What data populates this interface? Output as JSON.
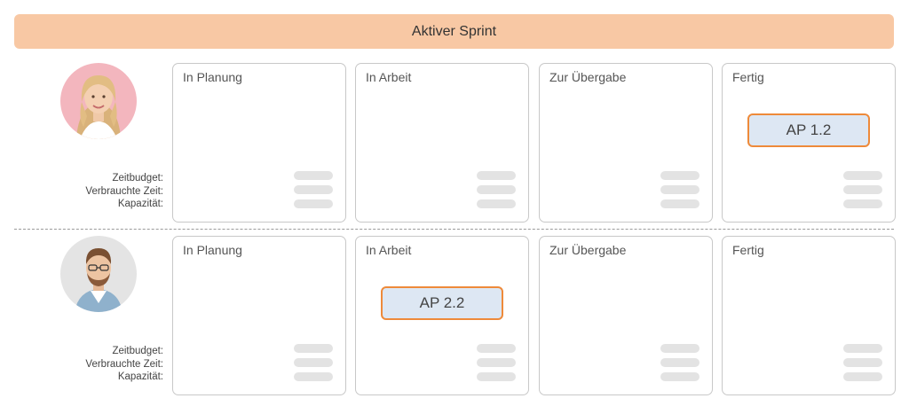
{
  "banner": {
    "title": "Aktiver Sprint"
  },
  "lanes": [
    {
      "stats": {
        "budget": "Zeitbudget:",
        "used": "Verbrauchte Zeit:",
        "capacity": "Kapazität:"
      },
      "columns": [
        {
          "title": "In Planung",
          "card": ""
        },
        {
          "title": "In Arbeit",
          "card": ""
        },
        {
          "title": "Zur Übergabe",
          "card": ""
        },
        {
          "title": "Fertig",
          "card": "AP 1.2"
        }
      ]
    },
    {
      "stats": {
        "budget": "Zeitbudget:",
        "used": "Verbrauchte Zeit:",
        "capacity": "Kapazität:"
      },
      "columns": [
        {
          "title": "In Planung",
          "card": ""
        },
        {
          "title": "In Arbeit",
          "card": "AP 2.2"
        },
        {
          "title": "Zur Übergabe",
          "card": ""
        },
        {
          "title": "Fertig",
          "card": ""
        }
      ]
    }
  ],
  "colors": {
    "banner": "#f8c8a4",
    "card_fill": "#dde7f3",
    "card_border": "#ee8a3a"
  }
}
